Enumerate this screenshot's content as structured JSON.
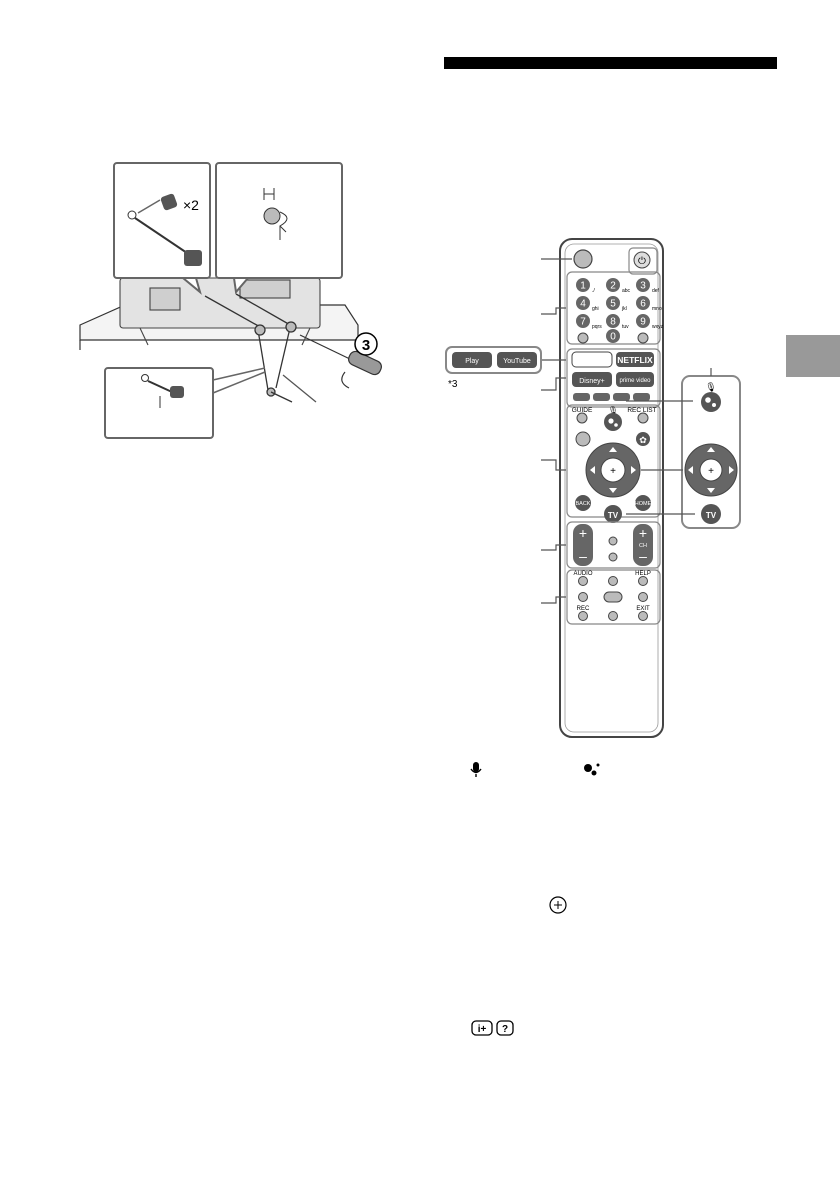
{
  "page": {
    "accent_tab_color": "#999999"
  },
  "illustration": {
    "screws_count_label": "×2",
    "step_number": "3"
  },
  "remote": {
    "number_keys": [
      {
        "digit": "1",
        "letters": "./"
      },
      {
        "digit": "2",
        "letters": "abc"
      },
      {
        "digit": "3",
        "letters": "def"
      },
      {
        "digit": "4",
        "letters": "ghi"
      },
      {
        "digit": "5",
        "letters": "jkl"
      },
      {
        "digit": "6",
        "letters": "mno"
      },
      {
        "digit": "7",
        "letters": "pqrs"
      },
      {
        "digit": "8",
        "letters": "tuv"
      },
      {
        "digit": "9",
        "letters": "wxyz"
      },
      {
        "digit": "0",
        "letters": ""
      }
    ],
    "netflix_label": "NETFLIX",
    "disney_label": "Disney+",
    "prime_label": "prime video",
    "guide_label": "GUIDE",
    "rec_list_label": "REC LIST",
    "back_label": "BACK",
    "home_label": "HOME",
    "tv_label": "TV",
    "ch_label": "CH",
    "audio_label": "AUDIO",
    "help_label": "HELP",
    "rec_label": "REC",
    "exit_label": "EXIT"
  },
  "app_callout": {
    "freeview_label": "Play",
    "youtube_label": "YouTube",
    "footnote": "*3"
  },
  "zoom_callout": {
    "tv_label": "TV"
  },
  "icons": {
    "mic": "microphone-icon",
    "assistant": "google-assistant-icon",
    "center": "center-button-icon",
    "info": "info-plus-icon",
    "help": "help-icon"
  }
}
